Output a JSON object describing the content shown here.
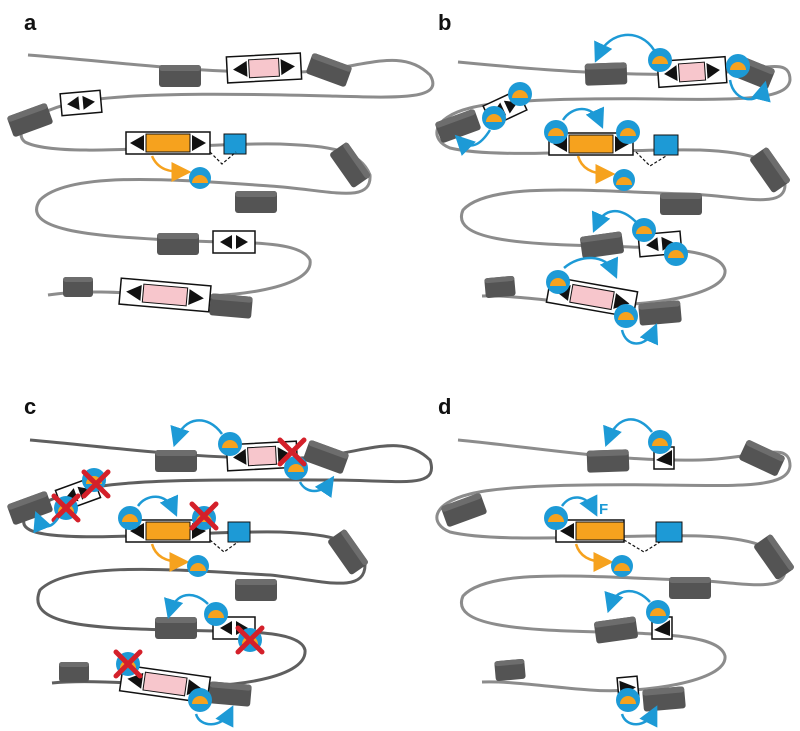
{
  "panels": [
    {
      "id": "a",
      "label": "a"
    },
    {
      "id": "b",
      "label": "b"
    },
    {
      "id": "c",
      "label": "c"
    },
    {
      "id": "d",
      "label": "d"
    }
  ],
  "annotations": {
    "panel_d_arrow_label": "F"
  },
  "colors": {
    "chromatin_line": "#8c8c8c",
    "chromatin_line_dark": "#5f5f5f",
    "nucleosome": "#545454",
    "site_pair_fill": "#f7c6cc",
    "target_gene_fill": "#f6a21e",
    "partner_element": "#1d9ad6",
    "ctcf_orange": "#f6a21e",
    "cohesin_blue": "#1d9ad6",
    "block_cross": "#d4202a",
    "arrowhead": "#111111",
    "background": "#ffffff"
  },
  "icons": {
    "nucleosome": "grey-cylinder-icon",
    "motif": "black-triangle-icon",
    "protein": "orange-blue-protein-icon",
    "blocked": "red-x-icon"
  }
}
